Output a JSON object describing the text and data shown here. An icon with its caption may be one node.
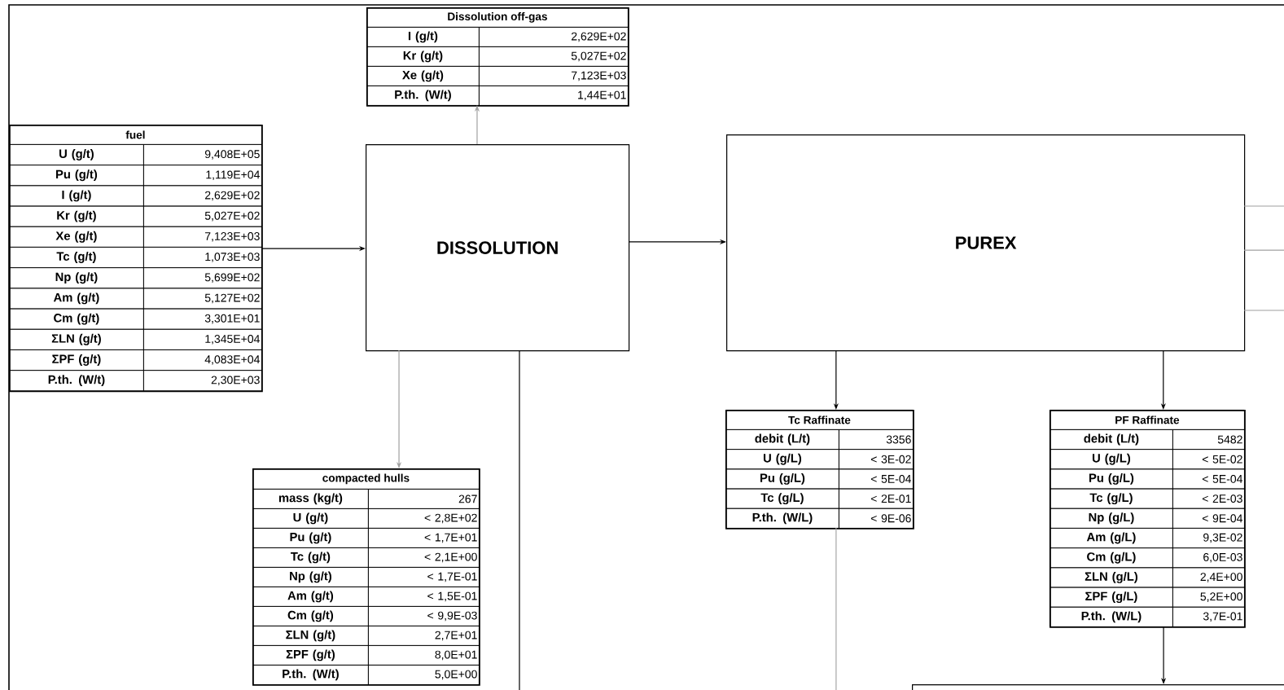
{
  "diagram": {
    "nodes": [
      {
        "text": [
          "Dissolution off-gas",
          "I (g/t)",
          "2,629E+02",
          "Kr (g/t)",
          "5,027E+02",
          "Xe (g/t)",
          "7,123E+03",
          "P.th. (W/t)",
          "1,44E+01"
        ]
      },
      {
        "text": [
          "fuel",
          "U (g/t)",
          "9,408E+05",
          "Pu (g/t)",
          "1,119E+04",
          "I (g/t)",
          "2,629E+02",
          "Kr (g/t)",
          "5,027E+02",
          "Xe (g/t)",
          "7,123E+03",
          "Tc (g/t)",
          "1,073E+03",
          "Np (g/t)",
          "5,699E+02",
          "Am (g/t)",
          "5,127E+02",
          "Cm (g/t)",
          "3,301E+01",
          "ΣLN (g/t)",
          "1,345E+04",
          "ΣPF (g/t)",
          "4,083E+04",
          "P.th. (W/t)",
          "2,30E+03"
        ]
      },
      {
        "text": [
          "DISSOLUTION"
        ]
      },
      {
        "text": [
          "PUREX"
        ]
      },
      {
        "text": [
          "compacted hulls",
          "mass (kg/t)",
          "267",
          "U (g/t)",
          "< 2,8E+02",
          "Pu (g/t)",
          "< 1,7E+01",
          "Tc (g/t)",
          "< 2,1E+00",
          "Np (g/t)",
          "< 1,7E-01",
          "Am (g/t)",
          "< 1,5E-01",
          "Cm (g/t)",
          "< 9,9E-03",
          "ΣLN (g/t)",
          "2,7E+01",
          "ΣPF (g/t)",
          "8,0E+01",
          "P.th. (W/t)",
          "5,0E+00"
        ]
      },
      {
        "text": [
          "Tc Raffinate",
          "debit (L/t)",
          "3356",
          "U (g/L)",
          "< 3E-02",
          "Pu (g/L)",
          "< 5E-04",
          "Tc (g/L)",
          "< 2E-01",
          "P.th. (W/L)",
          "< 9E-06"
        ]
      },
      {
        "text": [
          "PF Raffinate",
          "debit (L/t)",
          "5482",
          "U (g/L)",
          "< 5E-02",
          "Pu (g/L)",
          "< 5E-04",
          "Tc (g/L)",
          "< 2E-03",
          "Np (g/L)",
          "< 9E-04",
          "Am (g/L)",
          "9,3E-02",
          "Cm (g/L)",
          "6,0E-03",
          "ΣLN (g/L)",
          "2,4E+00",
          "ΣPF (g/L)",
          "5,2E+00",
          "P.th. (W/L)",
          "3,7E-01"
        ]
      },
      {
        "text": [],
        "shape": "box"
      }
    ],
    "edges": [
      {
        "from": 1,
        "to": 2,
        "arrow": "to"
      },
      {
        "from": 2,
        "to": 0,
        "arrow": "to",
        "color": "#a0a0a0"
      },
      {
        "from": 2,
        "to": 3,
        "arrow": "to"
      },
      {
        "from": 2,
        "to": 4,
        "arrow": "to",
        "color": "#a0a0a0"
      },
      {
        "from": 2,
        "to": null,
        "arrow": "none"
      },
      {
        "from": 3,
        "to": 5,
        "arrow": "to"
      },
      {
        "from": 3,
        "to": 6,
        "arrow": "to"
      },
      {
        "from": 3,
        "to": null,
        "arrow": "none",
        "color": "#a0a0a0"
      },
      {
        "from": 3,
        "to": null,
        "arrow": "none",
        "color": "#a0a0a0"
      },
      {
        "from": 3,
        "to": null,
        "arrow": "none",
        "color": "#a0a0a0"
      },
      {
        "from": 5,
        "to": null,
        "arrow": "none",
        "color": "#a0a0a0"
      },
      {
        "from": 6,
        "to": 7,
        "arrow": "to"
      }
    ]
  }
}
